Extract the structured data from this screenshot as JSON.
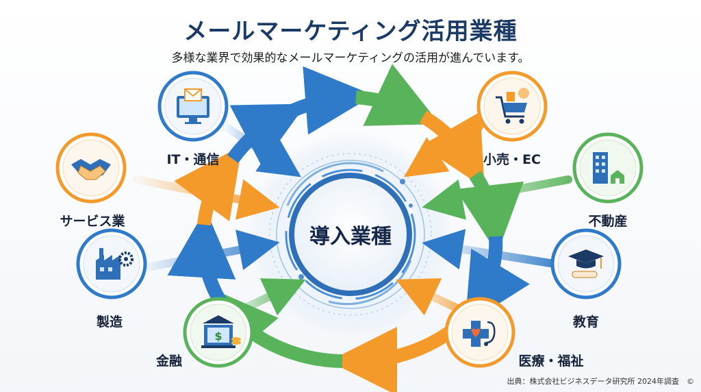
{
  "title": "メールマーケティング活用業種",
  "subtitle": "多様な業界で効果的なメールマーケティングの活用が進んでいます。",
  "center_label": "導入業種",
  "source": "出典：株式会社ビジネスデータ研究所 2024年調査　©",
  "colors": {
    "blue": "#2f7bc9",
    "orange": "#f39a2b",
    "green": "#58b35a",
    "navy": "#1b3a66"
  },
  "industries": {
    "it": {
      "label": "IT・通信",
      "icon": "email-monitor-icon",
      "color": "blue"
    },
    "retail": {
      "label": "小売・EC",
      "icon": "shopping-cart-icon",
      "color": "orange"
    },
    "service": {
      "label": "サービス業",
      "icon": "handshake-icon",
      "color": "orange"
    },
    "realestate": {
      "label": "不動産",
      "icon": "buildings-icon",
      "color": "green"
    },
    "manufacturing": {
      "label": "製造",
      "icon": "factory-gear-icon",
      "color": "blue"
    },
    "education": {
      "label": "教育",
      "icon": "graduation-cap-icon",
      "color": "blue"
    },
    "finance": {
      "label": "金融",
      "icon": "bank-icon",
      "color": "green"
    },
    "medical": {
      "label": "医療・福祉",
      "icon": "medical-heart-icon",
      "color": "orange"
    }
  }
}
